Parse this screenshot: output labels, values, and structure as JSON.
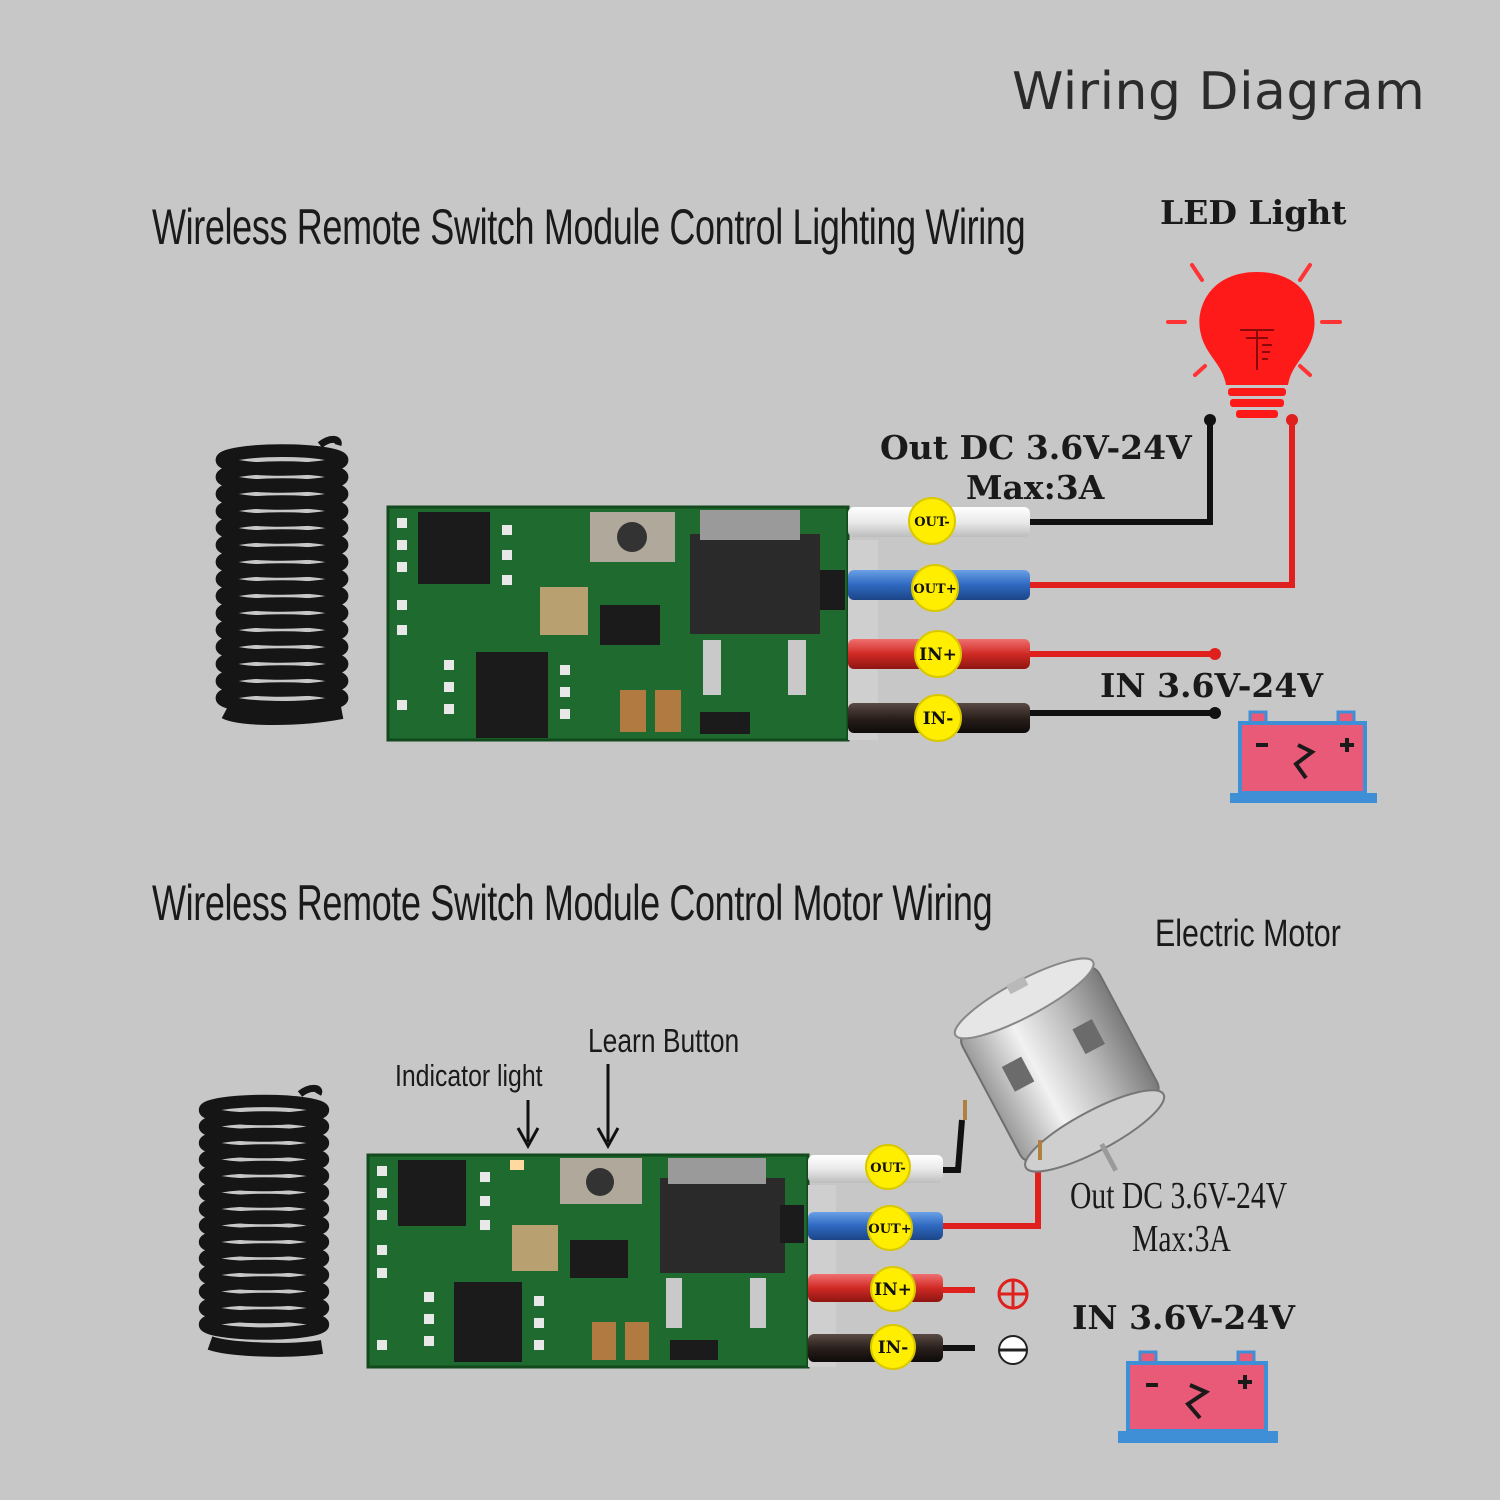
{
  "title": "Wiring Diagram",
  "lighting": {
    "section_title": "Wireless Remote Switch Module Control Lighting Wiring",
    "load_label": "LED Light",
    "out_line1": "Out DC 3.6V-24V",
    "out_line2": "Max:3A",
    "in_label": "IN 3.6V-24V",
    "terminals": [
      "OUT-",
      "OUT+",
      "IN+",
      "IN-"
    ]
  },
  "motor": {
    "section_title": "Wireless Remote Switch Module Control Motor Wiring",
    "load_label": "Electric Motor",
    "indicator_label": "Indicator light",
    "learn_label": "Learn Button",
    "out_line1": "Out DC 3.6V-24V",
    "out_line2": "Max:3A",
    "in_label": "IN 3.6V-24V",
    "terminals": [
      "OUT-",
      "OUT+",
      "IN+",
      "IN-"
    ]
  },
  "colors": {
    "background": "#c7c7c7",
    "pcb": "#1f6b2f",
    "wire_red": "#e0201c",
    "wire_black": "#111111",
    "wire_white": "#f2f2f2",
    "wire_blue": "#2f6fc4",
    "label_yellow": "#ffee00",
    "led": "#ff1a1a",
    "battery": "#e85a78",
    "battery_base": "#3f8fd6"
  },
  "icons": [
    "coil-antenna-icon",
    "led-bulb-icon",
    "battery-icon",
    "motor-icon",
    "plus-circle-icon",
    "minus-circle-icon",
    "arrow-down-icon"
  ]
}
